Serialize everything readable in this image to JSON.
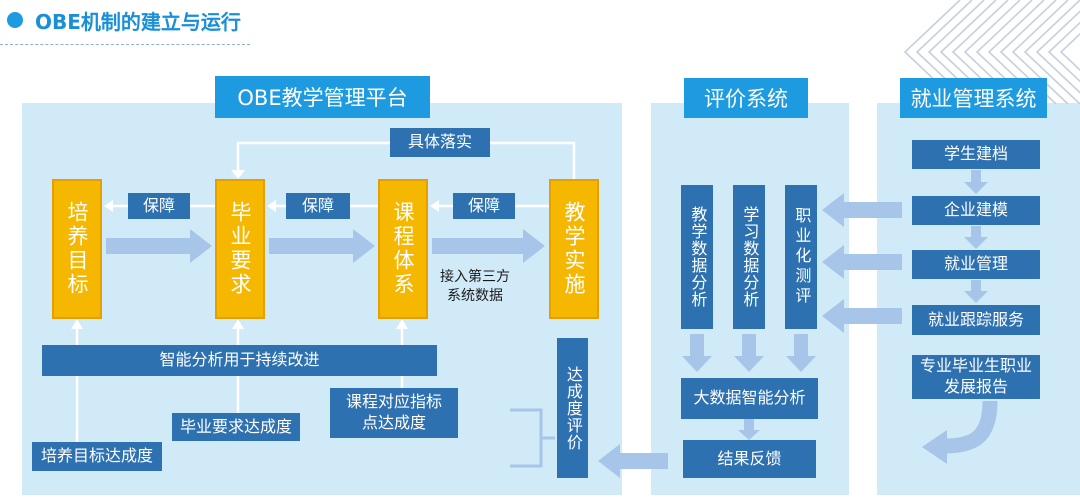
{
  "header": {
    "title": "OBE机制的建立与运行"
  },
  "colors": {
    "accent": "#1e9be0",
    "title": "#1a8fd8",
    "box": "#2e71b1",
    "stage": "#f6b700",
    "stage_border": "#e69e00",
    "panel": "#d0eaf7",
    "arrow": "#a7c5e8"
  },
  "icons": {
    "bullet": "bullet-dot-icon"
  },
  "platform": {
    "title": "OBE教学管理平台",
    "implement": "具体落实",
    "stages": {
      "goal": "培养目标",
      "requirement": "毕业要求",
      "course": "课程体系",
      "teaching": "教学实施"
    },
    "guarantees": [
      "保障",
      "保障",
      "保障"
    ],
    "third_party": [
      "接入第三方",
      "系统数据"
    ],
    "improve": "智能分析用于持续改进",
    "goal_degree": "培养目标达成度",
    "requirement_degree": "毕业要求达成度",
    "course_degree": [
      "课程对应指标",
      "点达成度"
    ],
    "evaluation": "达成度评价"
  },
  "evaluation_system": {
    "title": "评价系统",
    "analyses": [
      "教学数据分析",
      "学习数据分析",
      "职业化测评"
    ],
    "big_data": "大数据智能分析",
    "feedback": "结果反馈"
  },
  "employment_system": {
    "title": "就业管理系统",
    "steps": [
      "学生建档",
      "企业建模",
      "就业管理",
      "就业跟踪服务"
    ],
    "report": [
      "专业毕业生职业",
      "发展报告"
    ]
  }
}
